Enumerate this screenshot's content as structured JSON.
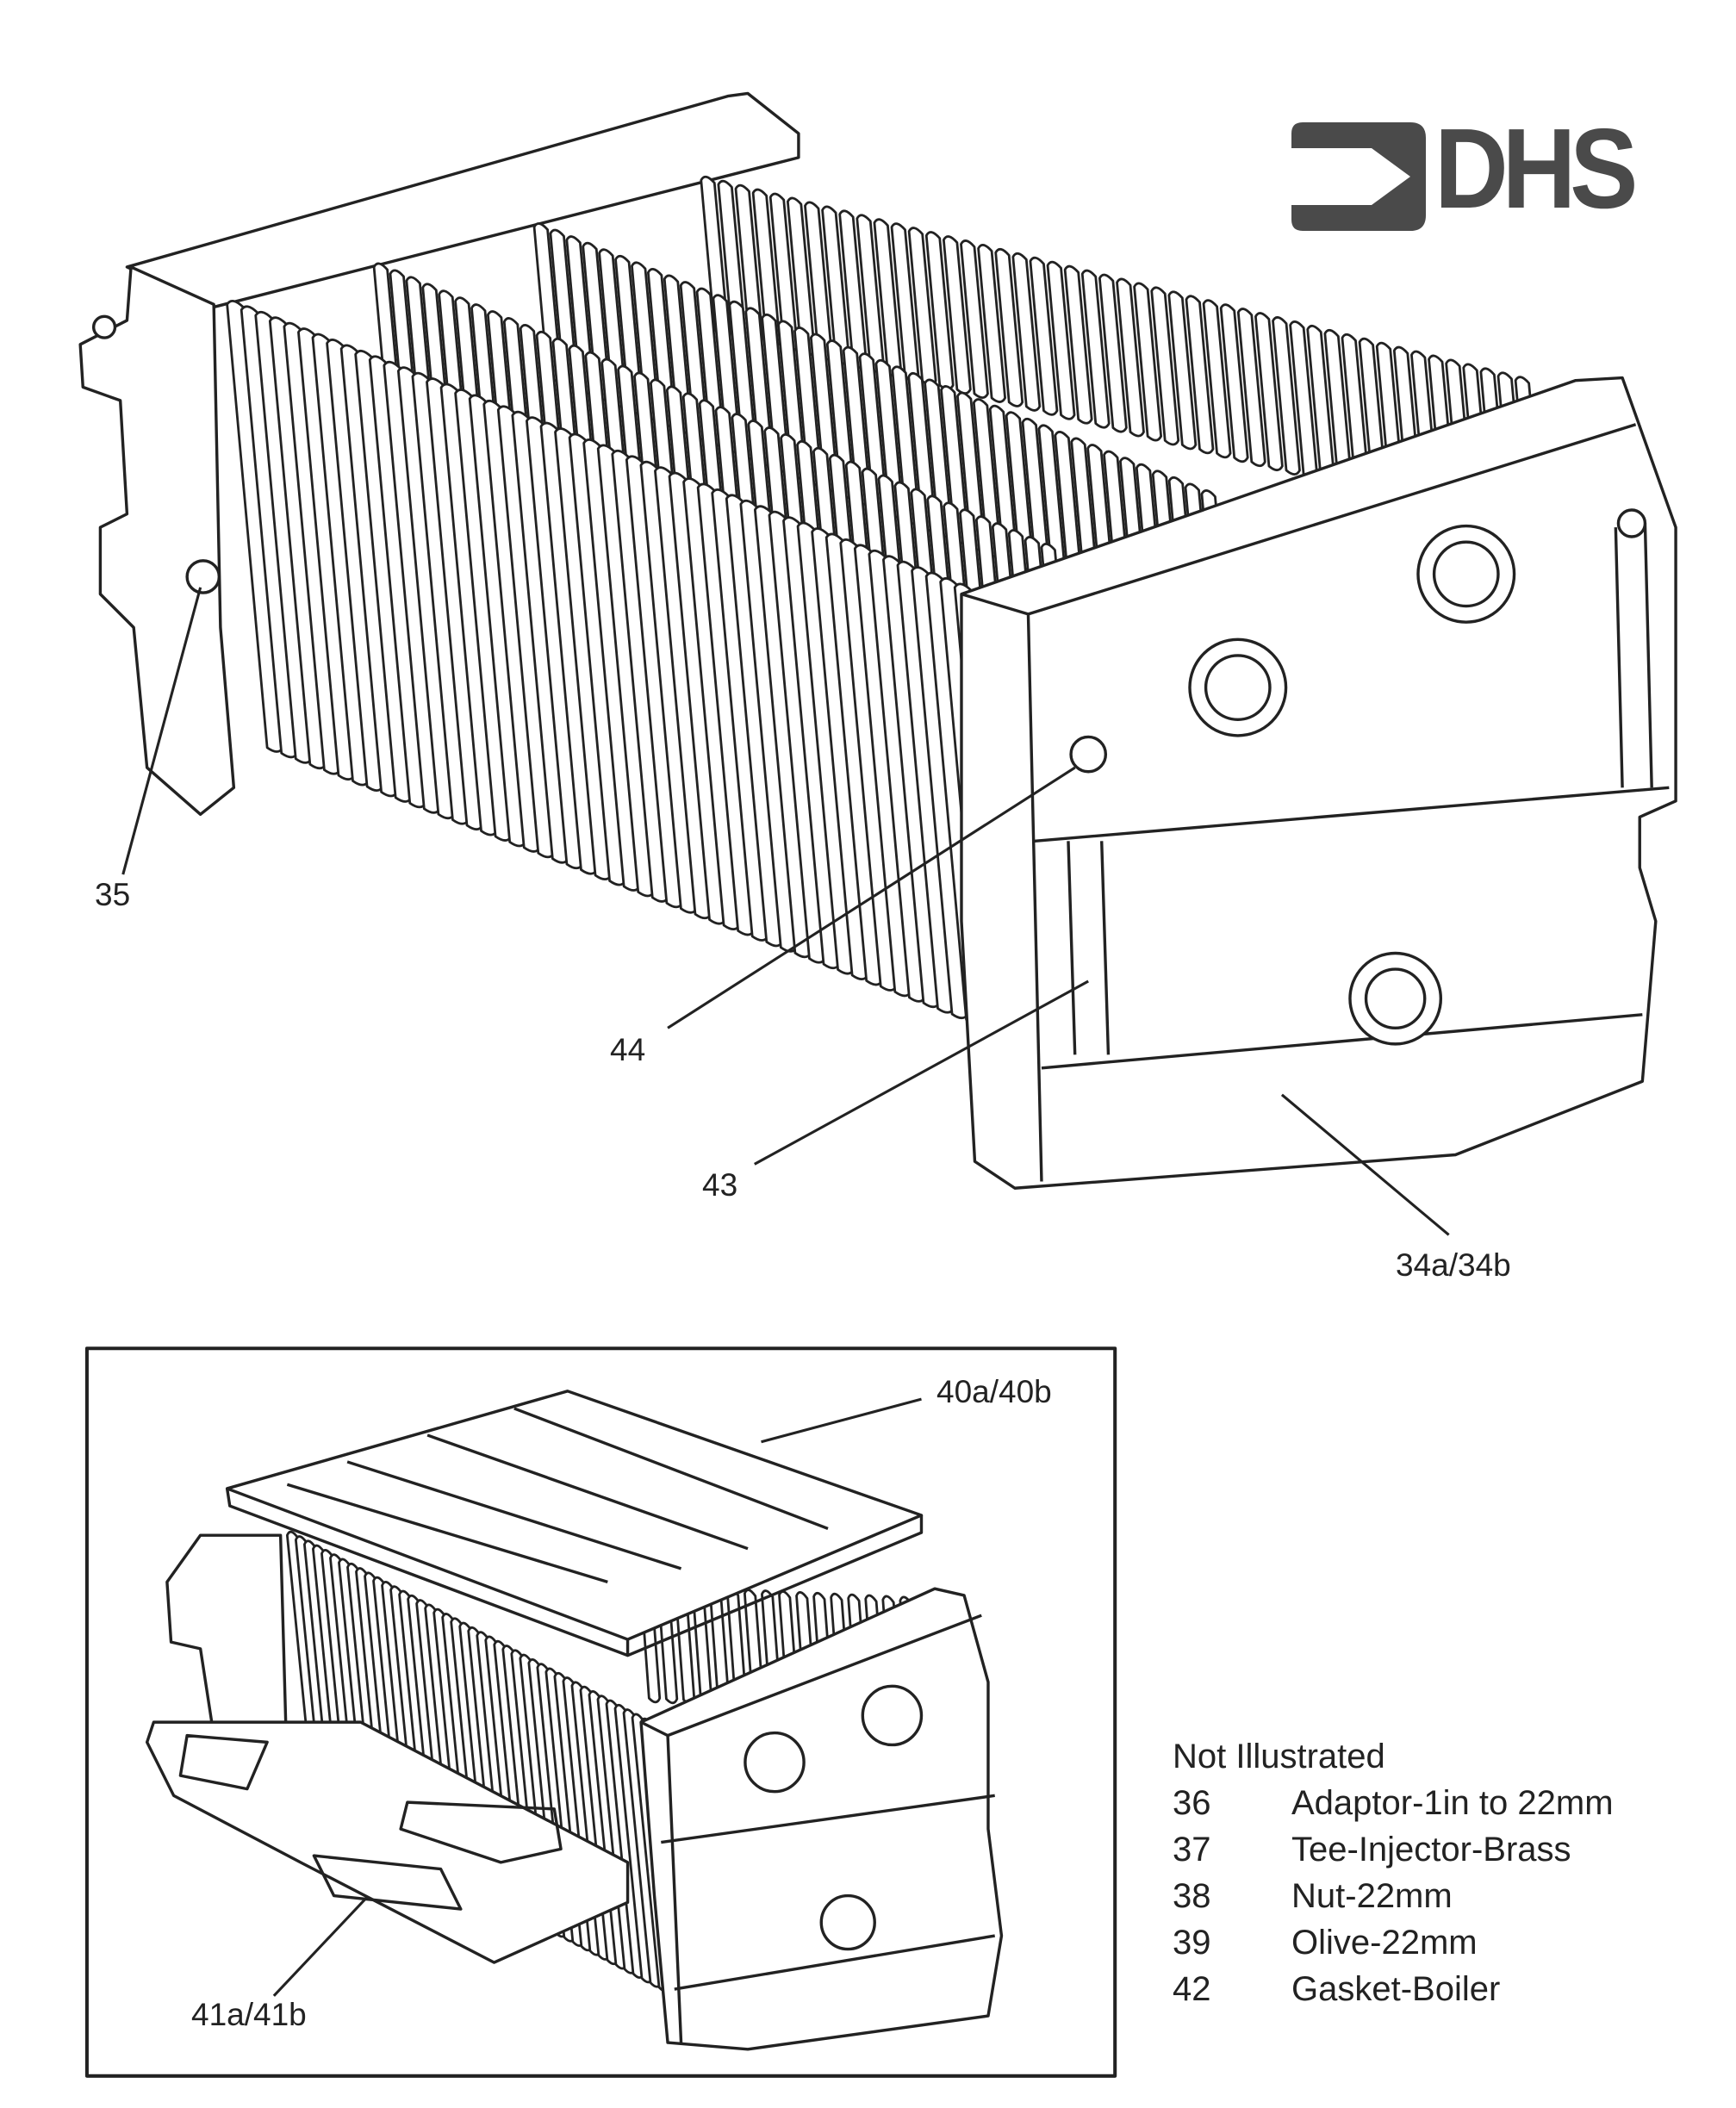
{
  "logo": {
    "text": "DHS"
  },
  "callouts": {
    "c35": "35",
    "c44": "44",
    "c43": "43",
    "c34": "34a/34b",
    "c40": "40a/40b",
    "c41": "41a/41b"
  },
  "not_illustrated": {
    "title": "Not Illustrated",
    "items": [
      {
        "num": "36",
        "desc": "Adaptor-1in to 22mm"
      },
      {
        "num": "37",
        "desc": "Tee-Injector-Brass"
      },
      {
        "num": "38",
        "desc": "Nut-22mm"
      },
      {
        "num": "39",
        "desc": "Olive-22mm"
      },
      {
        "num": "42",
        "desc": "Gasket-Boiler"
      }
    ]
  }
}
